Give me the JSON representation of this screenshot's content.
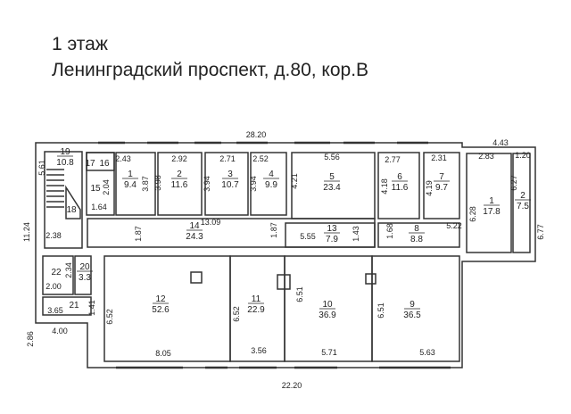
{
  "header": {
    "floor": "1 этаж",
    "address": "Ленинградский проспект, д.80, кор.В"
  },
  "dimensions": [
    "28.20",
    "4.43",
    "5.61",
    "11.24",
    "2.43",
    "2.92",
    "2.71",
    "2.52",
    "5.56",
    "2.77",
    "2.31",
    "2.83",
    "1.20",
    "3.87",
    "3.98",
    "3.94",
    "3.94",
    "4.21",
    "4.18",
    "4.19",
    "6.28",
    "6.27",
    "6.77",
    "2.04",
    "1.64",
    "13.09",
    "1.87",
    "1.87",
    "2.38",
    "5.55",
    "1.43",
    "1.68",
    "5.22",
    "2.34",
    "2.00",
    "3.65",
    "1.41",
    "4.00",
    "2.86",
    "6.52",
    "8.05",
    "6.52",
    "3.56",
    "6.51",
    "5.71",
    "6.51",
    "5.63",
    "22.20"
  ],
  "rooms": [
    {
      "num": "19",
      "area": "10.8"
    },
    {
      "num": "18",
      "area": ""
    },
    {
      "num": "15",
      "area": ""
    },
    {
      "num": "17",
      "area": ""
    },
    {
      "num": "16",
      "area": ""
    },
    {
      "num": "1",
      "area": "9.4"
    },
    {
      "num": "2",
      "area": "11.6"
    },
    {
      "num": "3",
      "area": "10.7"
    },
    {
      "num": "4",
      "area": "9.9"
    },
    {
      "num": "14",
      "area": "24.3"
    },
    {
      "num": "5",
      "area": "23.4"
    },
    {
      "num": "6",
      "area": "11.6"
    },
    {
      "num": "7",
      "area": "9.7"
    },
    {
      "num": "13",
      "area": "7.9"
    },
    {
      "num": "8",
      "area": "8.8"
    },
    {
      "num": "1",
      "area": "17.8"
    },
    {
      "num": "2",
      "area": "7.5"
    },
    {
      "num": "22",
      "area": ""
    },
    {
      "num": "20",
      "area": "3.3"
    },
    {
      "num": "21",
      "area": ""
    },
    {
      "num": "12",
      "area": "52.6"
    },
    {
      "num": "11",
      "area": "22.9"
    },
    {
      "num": "10",
      "area": "36.9"
    },
    {
      "num": "9",
      "area": "36.5"
    }
  ]
}
